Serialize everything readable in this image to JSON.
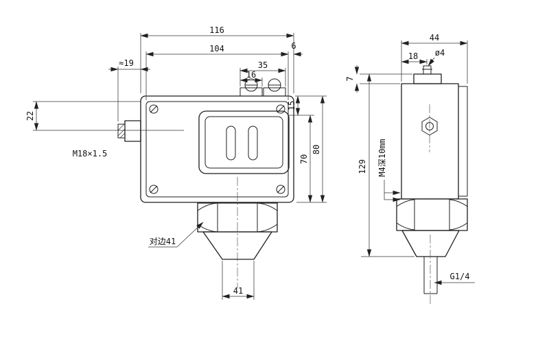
{
  "views": {
    "front": {
      "dim_total_width": "116",
      "dim_body_width": "104",
      "dim_edge_offset": "6",
      "dim_terminal_span": "35",
      "dim_terminal_width": "16",
      "dim_connector_length": "≈19",
      "dim_connector_height": "22",
      "label_thread": "M18×1.5",
      "dim_top_inset": "15",
      "dim_window_height": "70",
      "dim_body_height": "80",
      "dim_bottom_width": "41",
      "label_hex_flats": "对边41"
    },
    "side": {
      "dim_total_width": "44",
      "dim_cap_offset": "18",
      "label_screw_dia": "ø4",
      "dim_cap_height": "7",
      "dim_total_height": "129",
      "label_mount_hole": "M4深10mm",
      "label_bottom_thread": "G1/4"
    }
  }
}
